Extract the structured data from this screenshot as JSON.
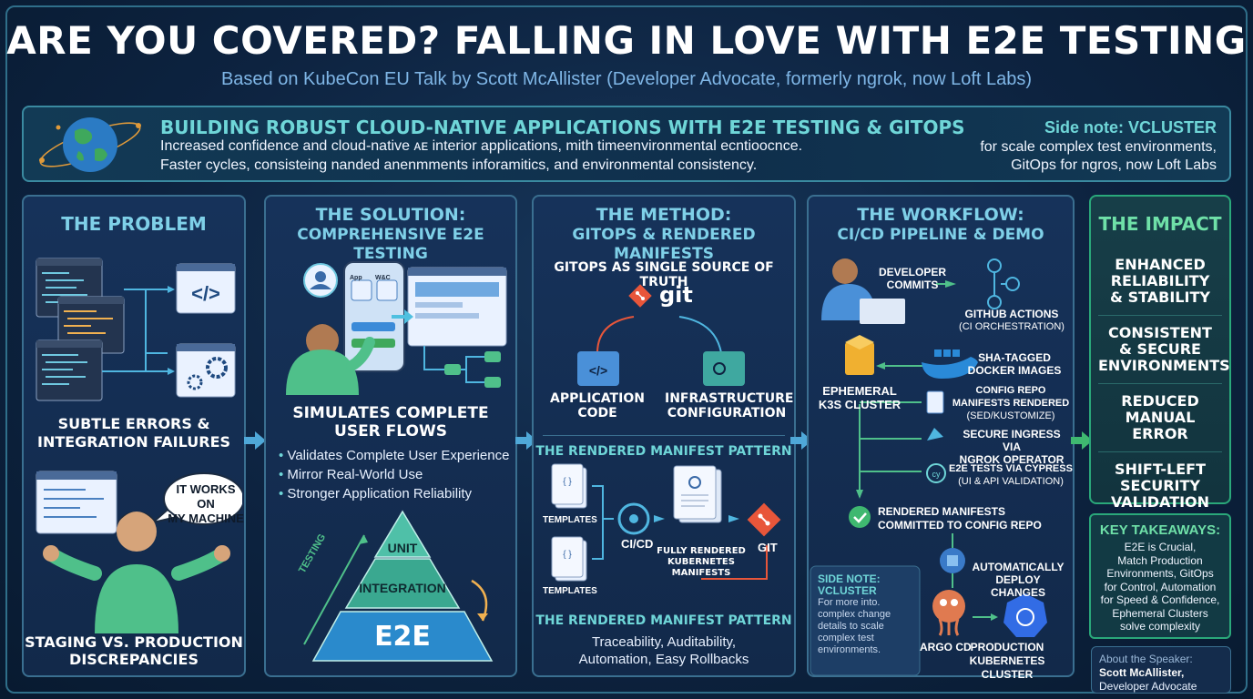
{
  "title": "ARE YOU COVERED? FALLING IN LOVE WITH E2E TESTING",
  "subtitle": "Based on KubeCon EU Talk by Scott McAllister (Developer Advocate, formerly ngrok, now Loft Labs)",
  "banner": {
    "heading": "BUILDING ROBUST CLOUD-NATIVE APPLICATIONS WITH E2E TESTING & GITOPS",
    "line1": "Increased confidence and cloud-native ᴀᴇ interior applications, mith timeenvironmental ecntioocnce.",
    "line2": "Faster cycles, consisteing nanded anenmments inforamitics, and environmental consistency.",
    "side_heading": "Side note: VCLUSTER",
    "side_line1": "for scale complex test environments,",
    "side_line2": "GitOps for ngros, now Loft Labs"
  },
  "problem": {
    "heading": "THE PROBLEM",
    "label1a": "SUBTLE ERRORS &",
    "label1b": "INTEGRATION FAILURES",
    "bubble1": "IT WORKS ON",
    "bubble2": "MY MACHINE",
    "label2a": "STAGING VS. PRODUCTION",
    "label2b": "DISCREPANCIES"
  },
  "solution": {
    "heading1": "THE SOLUTION:",
    "heading2": "COMPREHENSIVE E2E TESTING",
    "phone_app": "App",
    "phone_web": "W&C",
    "simulates1": "SIMULATES COMPLETE",
    "simulates2": "USER FLOWS",
    "bullets": [
      "Validates Complete User Experience",
      "Mirror Real-World Use",
      "Stronger Application Reliability"
    ],
    "pyramid_unit": "UNIT",
    "pyramid_integration": "INTEGRATION",
    "pyramid_e2e": "E2E",
    "testing_label": "TESTING"
  },
  "method": {
    "heading1": "THE METHOD:",
    "heading2": "GITOPS & RENDERED MANIFESTS",
    "source": "GITOPS AS SINGLE SOURCE OF TRUTH",
    "git": "git",
    "app_code1": "APPLICATION",
    "app_code2": "CODE",
    "infra1": "INFRASTRUCTURE",
    "infra2": "CONFIGURATION",
    "pattern": "THE RENDERED MANIFEST PATTERN",
    "templates": "TEMPLATES",
    "cicd": "CI/CD",
    "fully1": "FULLY RENDERED",
    "fully2": "KUBERNETES",
    "fully3": "MANIFESTS",
    "git_caps": "GIT",
    "pattern2": "THE RENDERED MANIFEST PATTERN",
    "benefits1": "Traceability, Auditability,",
    "benefits2": "Automation, Easy Rollbacks"
  },
  "workflow": {
    "heading1": "THE WORKFLOW:",
    "heading2": "CI/CD PIPELINE & DEMO",
    "dev1": "DEVELOPER",
    "dev2": "COMMITS",
    "gha1": "GITHUB ACTIONS",
    "gha2": "(CI ORCHESTRATION)",
    "sha1": "SHA-TAGGED",
    "sha2": "DOCKER IMAGES",
    "k3s1": "EPHEMERAL",
    "k3s2": "K3S CLUSTER",
    "cfg1": "CONFIG REPO",
    "cfg2": "MANIFESTS RENDERED",
    "cfg3": "(SED/KUSTOMIZE)",
    "ing1": "SECURE INGRESS VIA",
    "ing2": "NGROK OPERATOR",
    "cy1": "E2E TESTS VIA CYPRESS",
    "cy2": "(UI & API VALIDATION)",
    "rm1": "RENDERED MANIFESTS",
    "rm2": "COMMITTED TO CONFIG REPO",
    "side1": "SIDE NOTE:",
    "side2": "VCLUSTER",
    "side3": "For more into.",
    "side4": "complex change",
    "side5": "details to scale",
    "side6": "complex test",
    "side7": "environments.",
    "auto1": "AUTOMATICALLY",
    "auto2": "DEPLOY CHANGES",
    "argo": "ARGO CD",
    "prod1": "PRODUCTION",
    "prod2": "KUBERNETES CLUSTER"
  },
  "impact": {
    "heading": "THE IMPACT",
    "items": [
      [
        "ENHANCED",
        "RELIABILITY",
        "& STABILITY"
      ],
      [
        "CONSISTENT",
        "& SECURE",
        "ENVIRONMENTS"
      ],
      [
        "REDUCED",
        "MANUAL ERROR"
      ],
      [
        "SHIFT-LEFT",
        "SECURITY",
        "VALIDATION"
      ]
    ],
    "kt_heading": "KEY TAKEAWAYS:",
    "kt_lines": [
      "E2E is Crucial,",
      "Match Production",
      "Environments, GitOps",
      "for Control, Automation",
      "for Speed & Confidence,",
      "Ephemeral Clusters",
      "solve complexity"
    ],
    "speaker_label": "About the Speaker:",
    "speaker_name": "Scott McAllister,",
    "speaker_role": "Developer Advocate"
  },
  "colors": {
    "accent": "#6fd6d8",
    "border": "#3a6f90",
    "impact_green": "#2aa87a",
    "git_orange": "#e8563a"
  }
}
